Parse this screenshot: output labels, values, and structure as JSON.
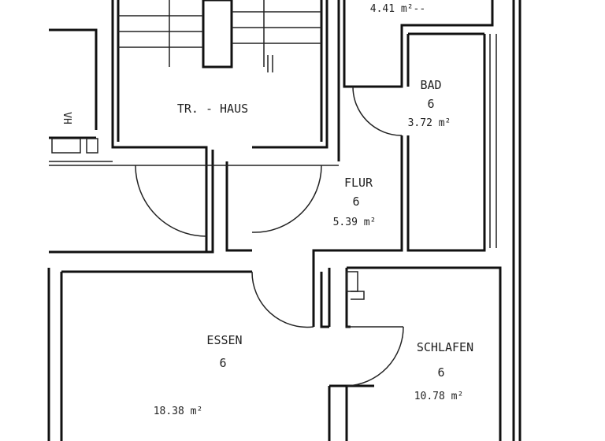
{
  "rooms": {
    "top": {
      "area": "4.41 m²--"
    },
    "stair": {
      "name": "TR. - HAUS"
    },
    "vh": {
      "name": "VH"
    },
    "bad": {
      "name": "BAD",
      "floor": "6",
      "area": "3.72 m²"
    },
    "flur": {
      "name": "FLUR",
      "floor": "6",
      "area": "5.39 m²"
    },
    "essen": {
      "name": "ESSEN",
      "floor": "6",
      "area": "18.38 m²"
    },
    "schlafen": {
      "name": "SCHLAFEN",
      "floor": "6",
      "area": "10.78 m²"
    }
  }
}
